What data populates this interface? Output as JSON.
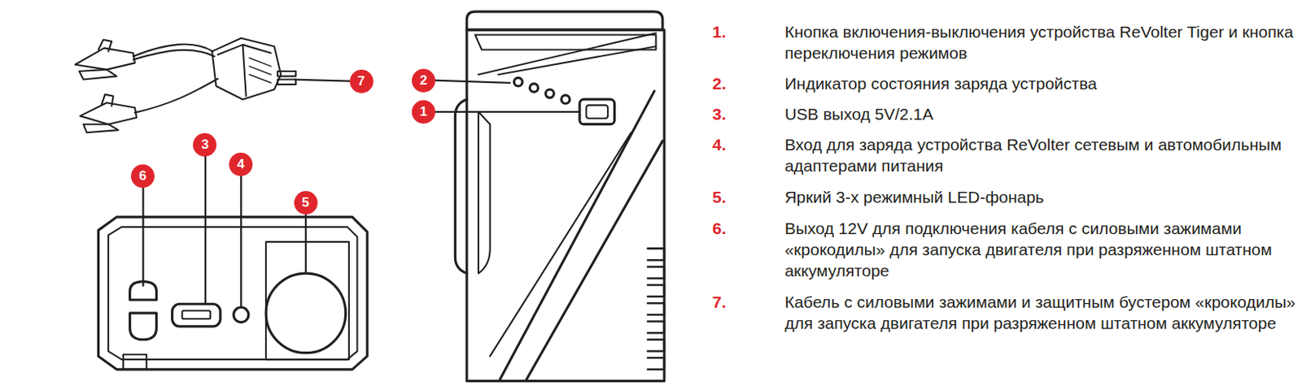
{
  "diagram": {
    "nodes": [
      {
        "text": [
          "7"
        ]
      },
      {
        "text": [
          "2"
        ]
      },
      {
        "text": [
          "1"
        ]
      },
      {
        "text": [
          "3"
        ]
      },
      {
        "text": [
          "4"
        ]
      },
      {
        "text": [
          "6"
        ]
      },
      {
        "text": [
          "5"
        ]
      }
    ],
    "labels": [
      "1.",
      "Кнопка включения-выключения устройства ReVolter Tiger и кнопка переключения режимов",
      "2.",
      "Индикатор состояния заряда устройства",
      "3.",
      "USB выход 5V/2.1A",
      "4.",
      "Вход для заряда устройства ReVolter сетевым и автомобильным адаптерами питания",
      "5.",
      "Яркий 3-х режимный LED-фонарь",
      "6.",
      "Выход 12V для подключения кабеля с силовыми зажимами «крокодилы» для запуска двигателя при разряженном штатном аккумуляторе",
      "7.",
      "Кабель с силовыми зажимами и защитным бустером «крокодилы» для запуска двигателя при разряженном штатном аккумуляторе"
    ]
  }
}
